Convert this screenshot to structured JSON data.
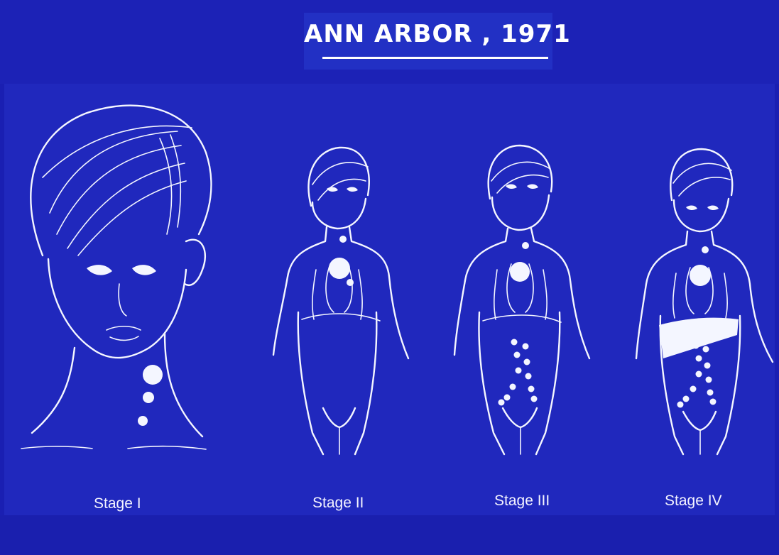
{
  "title": "ANN ARBOR , 1971",
  "stages": [
    {
      "label": "Stage I"
    },
    {
      "label": "Stage II"
    },
    {
      "label": "Stage III"
    },
    {
      "label": "Stage IV"
    }
  ],
  "colors": {
    "background": "#1e1fb4",
    "drawing": "#f4f6ff"
  }
}
